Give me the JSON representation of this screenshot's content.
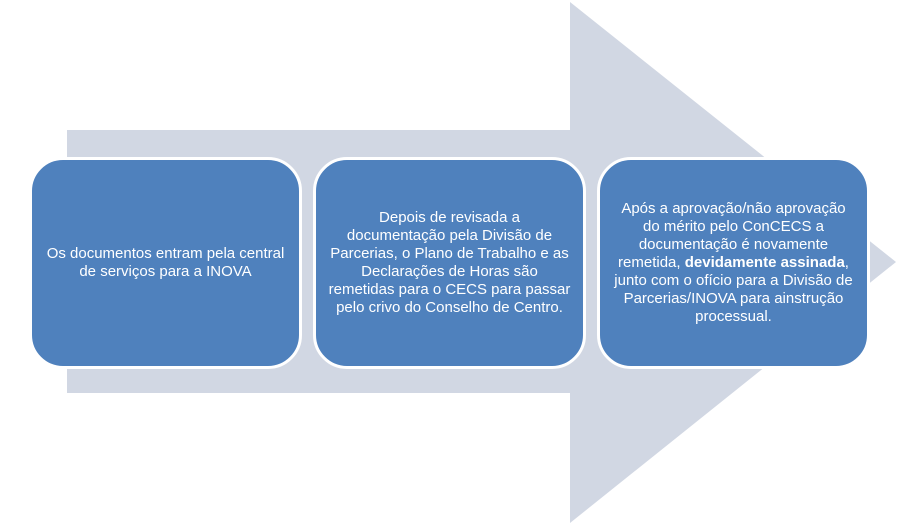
{
  "diagram": {
    "colors": {
      "arrow": "#d1d7e3",
      "box_fill": "#4f81bd",
      "box_border": "#ffffff",
      "text": "#ffffff"
    },
    "steps": [
      {
        "text": "Os documentos entram pela central de serviços para a INOVA"
      },
      {
        "text": "Depois de revisada a documentação pela Divisão de Parcerias, o Plano de Trabalho e as Declarações de Horas são remetidas para o CECS para passar pelo crivo do Conselho de Centro."
      },
      {
        "text_before": "Após a aprovação/não aprovação do mérito pelo ConCECS a documentação é novamente remetida,",
        "text_bold": "devidamente assinada",
        "text_after": ", junto com o ofício para a Divisão de Parcerias/INOVA para ainstrução processual."
      }
    ]
  }
}
